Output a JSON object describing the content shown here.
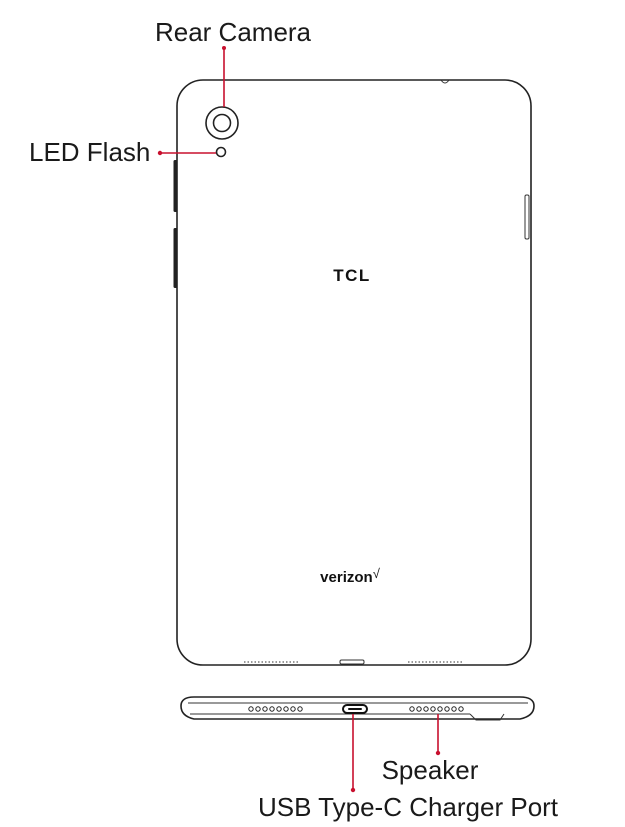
{
  "labels": {
    "rear_camera": "Rear Camera",
    "led_flash": "LED Flash",
    "speaker": "Speaker",
    "usb_port": "USB Type-C Charger Port"
  },
  "brand": {
    "tcl": "TCL",
    "carrier": "verizon",
    "carrier_mark": "√"
  },
  "colors": {
    "leader": "#c8102e",
    "outline": "#222222",
    "text": "#1a1a1a",
    "background": "#ffffff"
  }
}
